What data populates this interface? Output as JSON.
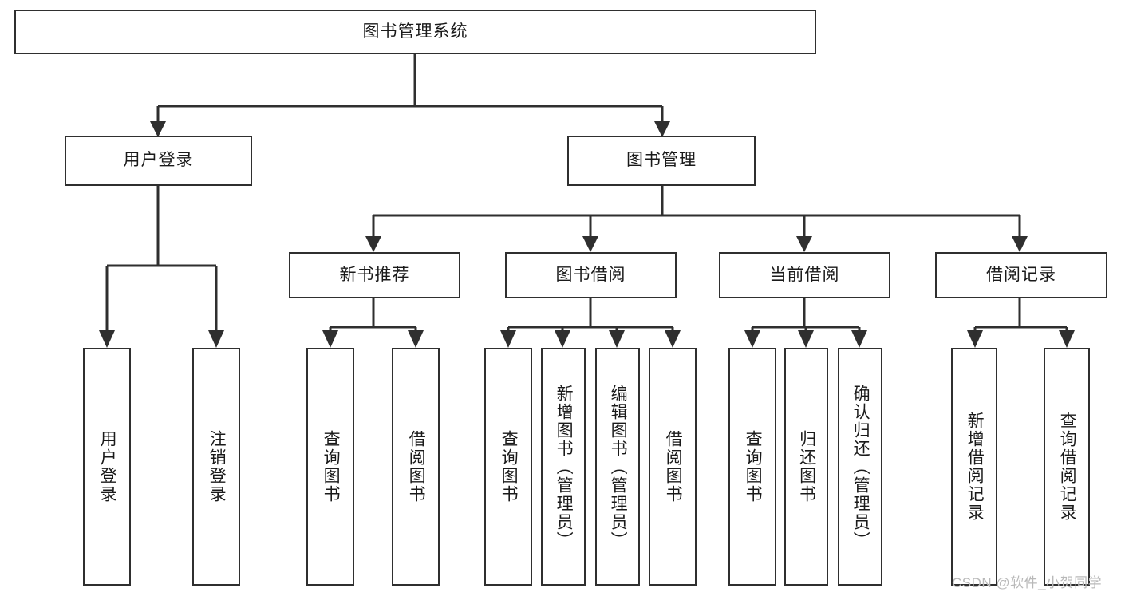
{
  "diagram": {
    "title": "图书管理系统",
    "type": "tree-hierarchy-chart",
    "watermark": "CSDN @软件_小贺同学",
    "colors": {
      "box_border": "#2f2f2f",
      "box_fill": "#ffffff",
      "line": "#2f2f2f",
      "text": "#1a1a1a",
      "watermark": "#b9b9b9",
      "background": "#ffffff"
    },
    "nodes": {
      "root": {
        "label": "图书管理系统"
      },
      "level2": [
        {
          "id": "user-login",
          "label": "用户登录"
        },
        {
          "id": "book-management",
          "label": "图书管理"
        }
      ],
      "level3": [
        {
          "id": "new-book-recommend",
          "label": "新书推荐"
        },
        {
          "id": "book-borrow",
          "label": "图书借阅"
        },
        {
          "id": "current-borrow",
          "label": "当前借阅"
        },
        {
          "id": "borrow-record",
          "label": "借阅记录"
        }
      ],
      "leaves": {
        "user_login": [
          {
            "id": "leaf-user-login",
            "label": "用户登录"
          },
          {
            "id": "leaf-user-logout",
            "label": "注销登录"
          }
        ],
        "new_book_recommend": [
          {
            "id": "leaf-query-book-1",
            "label": "查询图书"
          },
          {
            "id": "leaf-borrow-book-1",
            "label": "借阅图书"
          }
        ],
        "book_borrow": [
          {
            "id": "leaf-query-book-2",
            "label": "查询图书"
          },
          {
            "id": "leaf-add-book",
            "label": "新增图书（管理员）"
          },
          {
            "id": "leaf-edit-book",
            "label": "编辑图书（管理员）"
          },
          {
            "id": "leaf-borrow-book-2",
            "label": "借阅图书"
          }
        ],
        "current_borrow": [
          {
            "id": "leaf-query-book-3",
            "label": "查询图书"
          },
          {
            "id": "leaf-return-book",
            "label": "归还图书"
          },
          {
            "id": "leaf-confirm-return",
            "label": "确认归还（管理员）"
          }
        ],
        "borrow_record": [
          {
            "id": "leaf-add-record",
            "label": "新增借阅记录"
          },
          {
            "id": "leaf-query-record",
            "label": "查询借阅记录"
          }
        ]
      }
    }
  }
}
